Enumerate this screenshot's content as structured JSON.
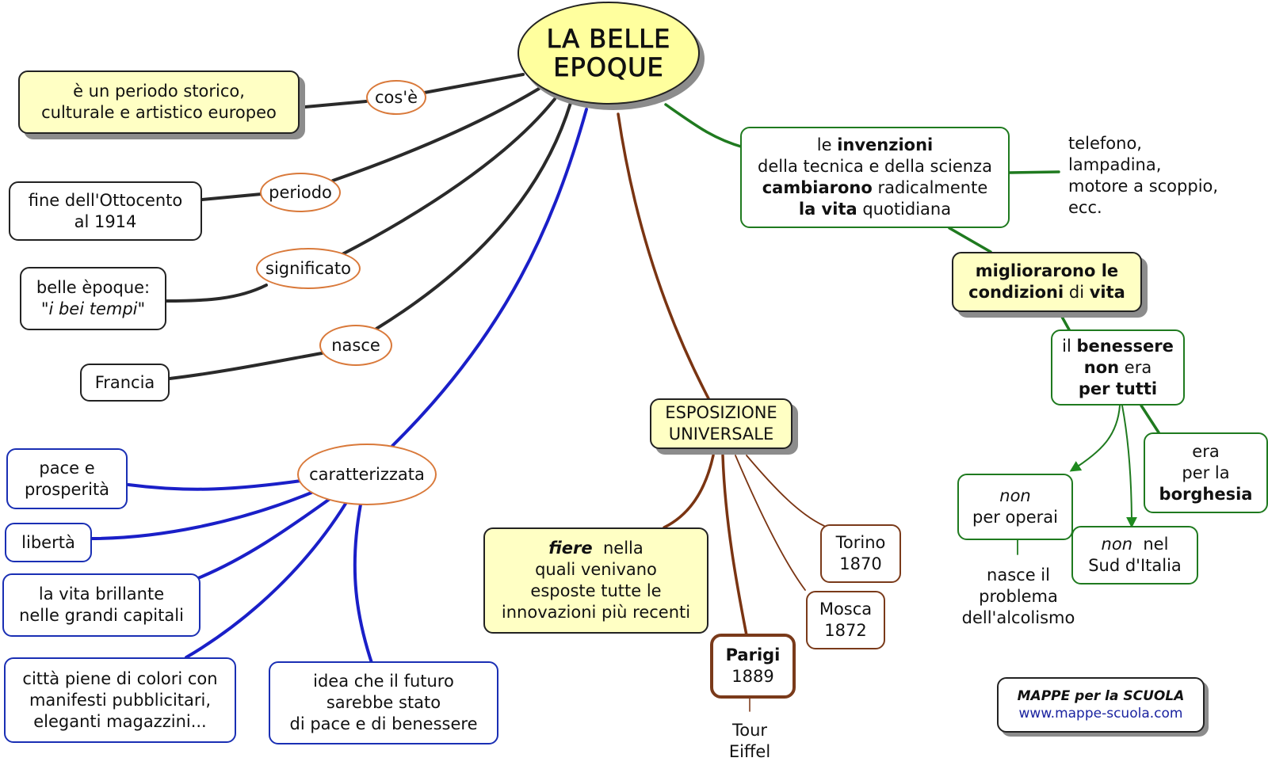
{
  "title": {
    "line1": "LA BELLE",
    "line2": "EPOQUE"
  },
  "links_labels": {
    "cose": "cos'è",
    "periodo": "periodo",
    "significato": "significato",
    "nasce": "nasce",
    "caratterizzata": "caratterizzata"
  },
  "left_nodes": {
    "cose": {
      "line1": "è un periodo storico,",
      "line2": "culturale e artistico europeo"
    },
    "periodo": {
      "line1": "fine dell'Ottocento",
      "line2": "al 1914"
    },
    "significato": {
      "line1": "belle èpoque:",
      "line2": "\"i bei tempi\""
    },
    "nasce": {
      "line1": "Francia"
    }
  },
  "caratteristiche": [
    {
      "line1": "pace e",
      "line2": "prosperità"
    },
    {
      "line1": "libertà"
    },
    {
      "line1": "la vita brillante",
      "line2": "nelle grandi capitali"
    },
    {
      "line1": "città piene di colori con",
      "line2": "manifesti pubblicitari,",
      "line3": "eleganti magazzini..."
    },
    {
      "line1": "idea che il futuro",
      "line2": "sarebbe stato",
      "line3": "di pace e di benessere"
    }
  ],
  "esposizione": {
    "title": {
      "line1": "ESPOSIZIONE",
      "line2": "UNIVERSALE"
    },
    "fiere": {
      "bold_italic": "fiere",
      "line1_rest": "  nella",
      "line2": "quali venivano",
      "line3": "esposte tutte le",
      "line4": "innovazioni più recenti"
    },
    "parigi": {
      "city": "Parigi",
      "year": "1889"
    },
    "tour": {
      "line1": "Tour",
      "line2": "Eiffel"
    },
    "torino": {
      "city": "Torino",
      "year": "1870"
    },
    "mosca": {
      "city": "Mosca",
      "year": "1872"
    }
  },
  "invenzioni": {
    "box": {
      "pre1": "le ",
      "bold1": "invenzioni",
      "line2": "della tecnica e della scienza",
      "bold3": "cambiarono",
      "rest3": " radicalmente",
      "bold4": "la vita",
      "rest4": " quotidiana"
    },
    "examples": {
      "line1": "telefono,",
      "line2": "lampadina,",
      "line3": "motore a scoppio,",
      "line4": "ecc."
    },
    "migliorarono": {
      "bold1": "migliorarono le",
      "bold2a": "condizioni",
      "mid2": " di ",
      "bold2b": "vita"
    },
    "benessere": {
      "pre1": "il ",
      "bold1": "benessere",
      "bold2": "non",
      "rest2": " era",
      "bold3": "per tutti"
    },
    "borghesia": {
      "line1": "era",
      "line2": "per la",
      "bold3": "borghesia"
    },
    "operai": {
      "italic1": "non",
      "line2": "per operai"
    },
    "sud": {
      "italic1": "non",
      "rest1": "  nel",
      "line2": "Sud d'Italia"
    },
    "alcolismo": {
      "line1": "nasce il",
      "line2": "problema",
      "line3": "dell'alcolismo"
    }
  },
  "brand": {
    "name": "MAPPE per la SCUOLA",
    "url": "www.mappe-scuola.com"
  },
  "colors": {
    "black_links": "#2a2a2a",
    "blue_links": "#1a1fc8",
    "brown_links": "#7a3412",
    "green_links": "#1f7a1f",
    "oval_border": "#d9793a",
    "yellow_fill": "#ffffc4",
    "title_fill": "#ffff9e"
  }
}
